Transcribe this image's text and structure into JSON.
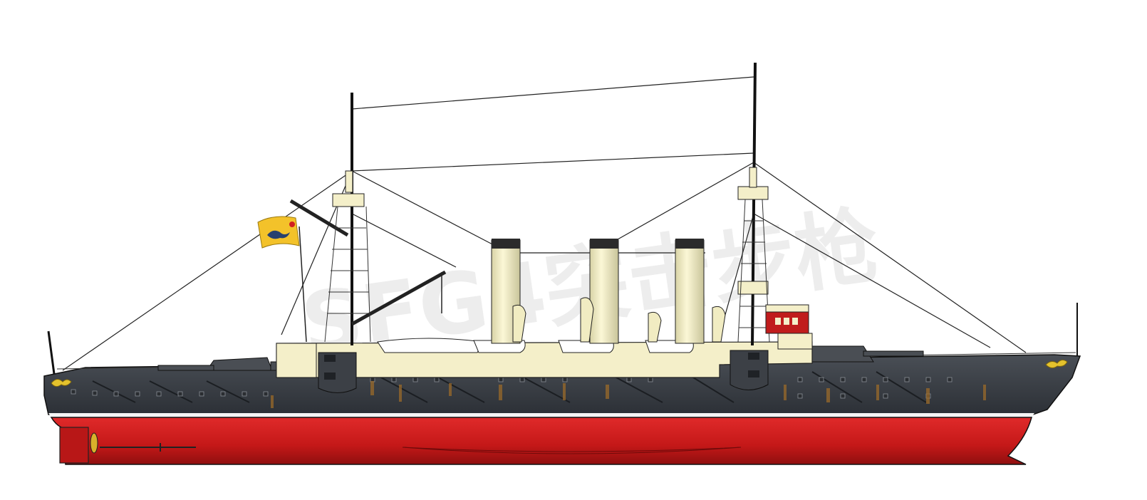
{
  "illustration": {
    "subject": "protected-cruiser-side-profile",
    "watermark_text": "SFG4突击步枪",
    "flag_icon": "yellow-dragon-flag",
    "colors": {
      "background": "#ffffff",
      "hull_upper": "#3b3f45",
      "hull_lower": "#cc1f1f",
      "boot_line": "#f5f5f5",
      "superstructure": "#f4efc9",
      "funnel": "#f1ecc2",
      "funnel_cap": "#2b2b2b",
      "gun": "#4a4e54",
      "flag": "#f3c22a",
      "rust": "#9a6a2a",
      "rigging": "#222222"
    }
  }
}
